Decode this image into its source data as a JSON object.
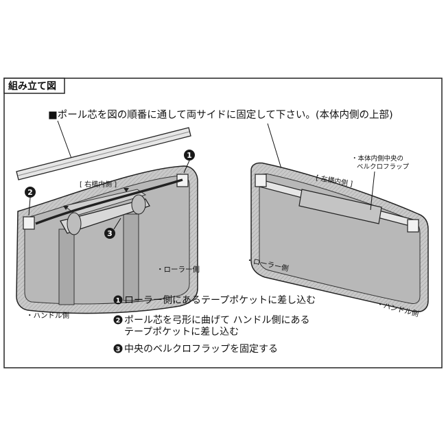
{
  "figure": {
    "heading": "組み立て図",
    "instruction": "■ポール芯を図の順番に通して両サイドに固定して下さい。(本体内側の上部)"
  },
  "left_panel": {
    "tag": "[ 右横内側 ]",
    "roller_side": "・ローラー側",
    "handle_side": "・ハンドル側"
  },
  "right_panel": {
    "tag": "[ 左横内側 ]",
    "velcro_note_line1": "・本体内側中央の",
    "velcro_note_line2": "ベルクロフラップ",
    "roller_side": "・ローラー側",
    "handle_side": "・ハンドル側"
  },
  "markers": [
    "1",
    "2",
    "3"
  ],
  "steps": [
    {
      "num": "1",
      "lines": [
        "ローラー側にあるテープポケットに差し込む"
      ]
    },
    {
      "num": "2",
      "lines": [
        "ポール芯を弓形に曲げて ハンドル側にある",
        "テープポケットに差し込む"
      ]
    },
    {
      "num": "3",
      "lines": [
        "中央のベルクロフラップを固定する"
      ]
    }
  ],
  "colors": {
    "panel_fill": "#c8c8c8",
    "panel_inner": "#b4b4b4",
    "frame": "#222222",
    "marker_fill": "#1a1a1a"
  }
}
